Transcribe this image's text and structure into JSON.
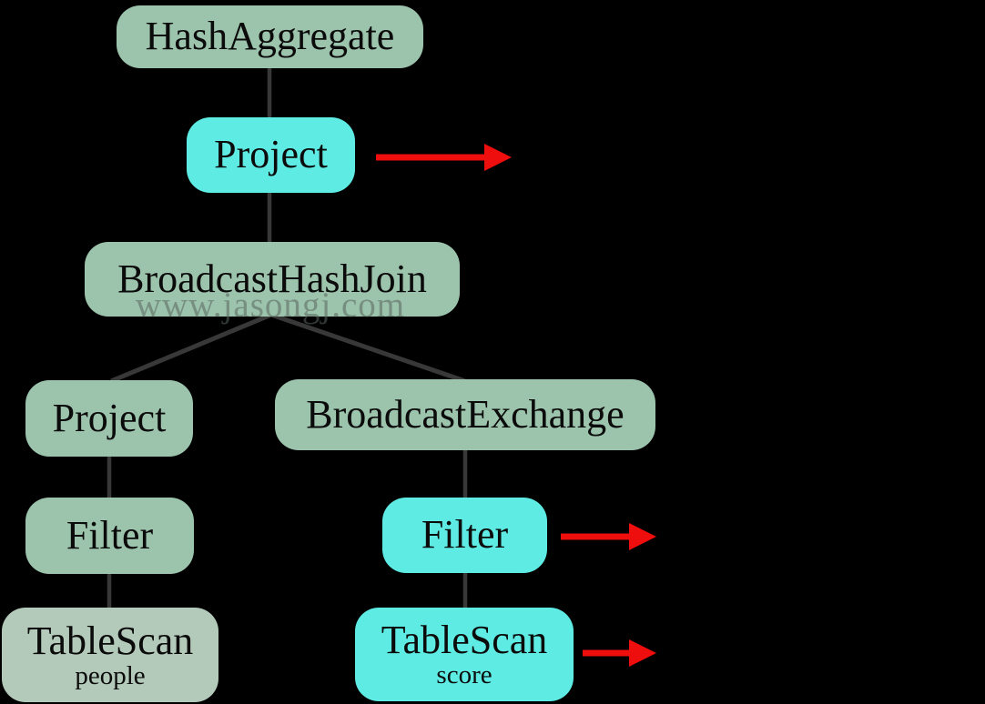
{
  "canvas": {
    "background": "#000000"
  },
  "colors": {
    "node_green": "#9cc3ac",
    "node_green_light": "#b3c9b9",
    "node_cyan": "#5eebe4",
    "connector_line": "#383838",
    "arrow_red": "#ee0e0e",
    "label_text": "#0b0b0b",
    "watermark_gray": "#8a9a90"
  },
  "watermark": {
    "text": "www.jasongj.com"
  },
  "tree": {
    "type": "query-plan-tree",
    "nodes": [
      {
        "id": "hash-aggregate",
        "label": "HashAggregate",
        "variant": "green",
        "highlighted": false
      },
      {
        "id": "project-top",
        "label": "Project",
        "variant": "cyan",
        "highlighted": true
      },
      {
        "id": "broadcast-hash-join",
        "label": "BroadcastHashJoin",
        "variant": "green",
        "highlighted": false
      },
      {
        "id": "project-left",
        "label": "Project",
        "variant": "green",
        "highlighted": false
      },
      {
        "id": "broadcast-exchange",
        "label": "BroadcastExchange",
        "variant": "green",
        "highlighted": false
      },
      {
        "id": "filter-left",
        "label": "Filter",
        "variant": "green",
        "highlighted": false
      },
      {
        "id": "filter-right",
        "label": "Filter",
        "variant": "cyan",
        "highlighted": true
      },
      {
        "id": "table-scan-people",
        "label": "TableScan",
        "sublabel": "people",
        "variant": "green-light",
        "highlighted": false
      },
      {
        "id": "table-scan-score",
        "label": "TableScan",
        "sublabel": "score",
        "variant": "cyan",
        "highlighted": true
      }
    ],
    "edges": [
      {
        "from": "hash-aggregate",
        "to": "project-top"
      },
      {
        "from": "project-top",
        "to": "broadcast-hash-join"
      },
      {
        "from": "broadcast-hash-join",
        "to": "project-left"
      },
      {
        "from": "broadcast-hash-join",
        "to": "broadcast-exchange"
      },
      {
        "from": "project-left",
        "to": "filter-left"
      },
      {
        "from": "filter-left",
        "to": "table-scan-people"
      },
      {
        "from": "broadcast-exchange",
        "to": "filter-right"
      },
      {
        "from": "filter-right",
        "to": "table-scan-score"
      }
    ],
    "annotations": [
      {
        "target": "project-top",
        "marker": "red-arrow-right"
      },
      {
        "target": "filter-right",
        "marker": "red-arrow-right"
      },
      {
        "target": "table-scan-score",
        "marker": "red-arrow-right"
      }
    ]
  }
}
